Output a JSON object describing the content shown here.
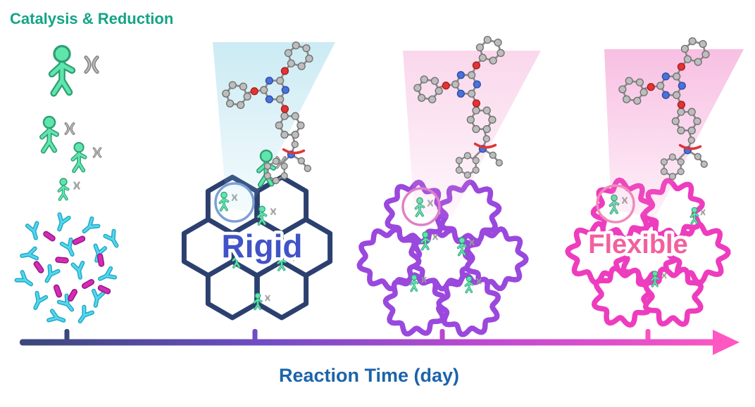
{
  "title": "Catalysis & Reduction",
  "labels": {
    "rigid": "Rigid",
    "flexible": "Flexible",
    "timeline": "Reaction Time (day)"
  },
  "timeline": {
    "tick_count": 4
  },
  "colors": {
    "title_text": "#14a487",
    "rigid_framework": "#2c4070",
    "rigid_label": "#4153c6",
    "transition_framework": "#9a48dd",
    "flexible_framework": "#ee3cbe",
    "flexible_label": "#f2609f",
    "timeline_label": "#1c64aa",
    "timeline_gradient": [
      "#3a4878",
      "#6e4cc4",
      "#c04ad0",
      "#ff57c2"
    ],
    "catalyst_green": "#5ee6ad",
    "monomer_cyan": "#55d6ec",
    "monomer_magenta": "#d22cb4",
    "carbon_atom": "#bdbdbd",
    "nitrogen_atom": "#4a72d8",
    "oxygen_atom": "#e23434",
    "beam_blue": "#8cd2e6",
    "beam_pink": "#f2a3d2"
  },
  "icons": [
    "catalyst-figure-icon",
    "scissors-icon",
    "monomer-y-icon",
    "monomer-bar-icon",
    "phenyl-ring-icon",
    "triazine-ring-icon",
    "linker-molecule",
    "projection-beam",
    "highlight-circle",
    "hexagon-pore",
    "wavy-pore-ring",
    "timeline-arrow",
    "timeline-tick"
  ]
}
